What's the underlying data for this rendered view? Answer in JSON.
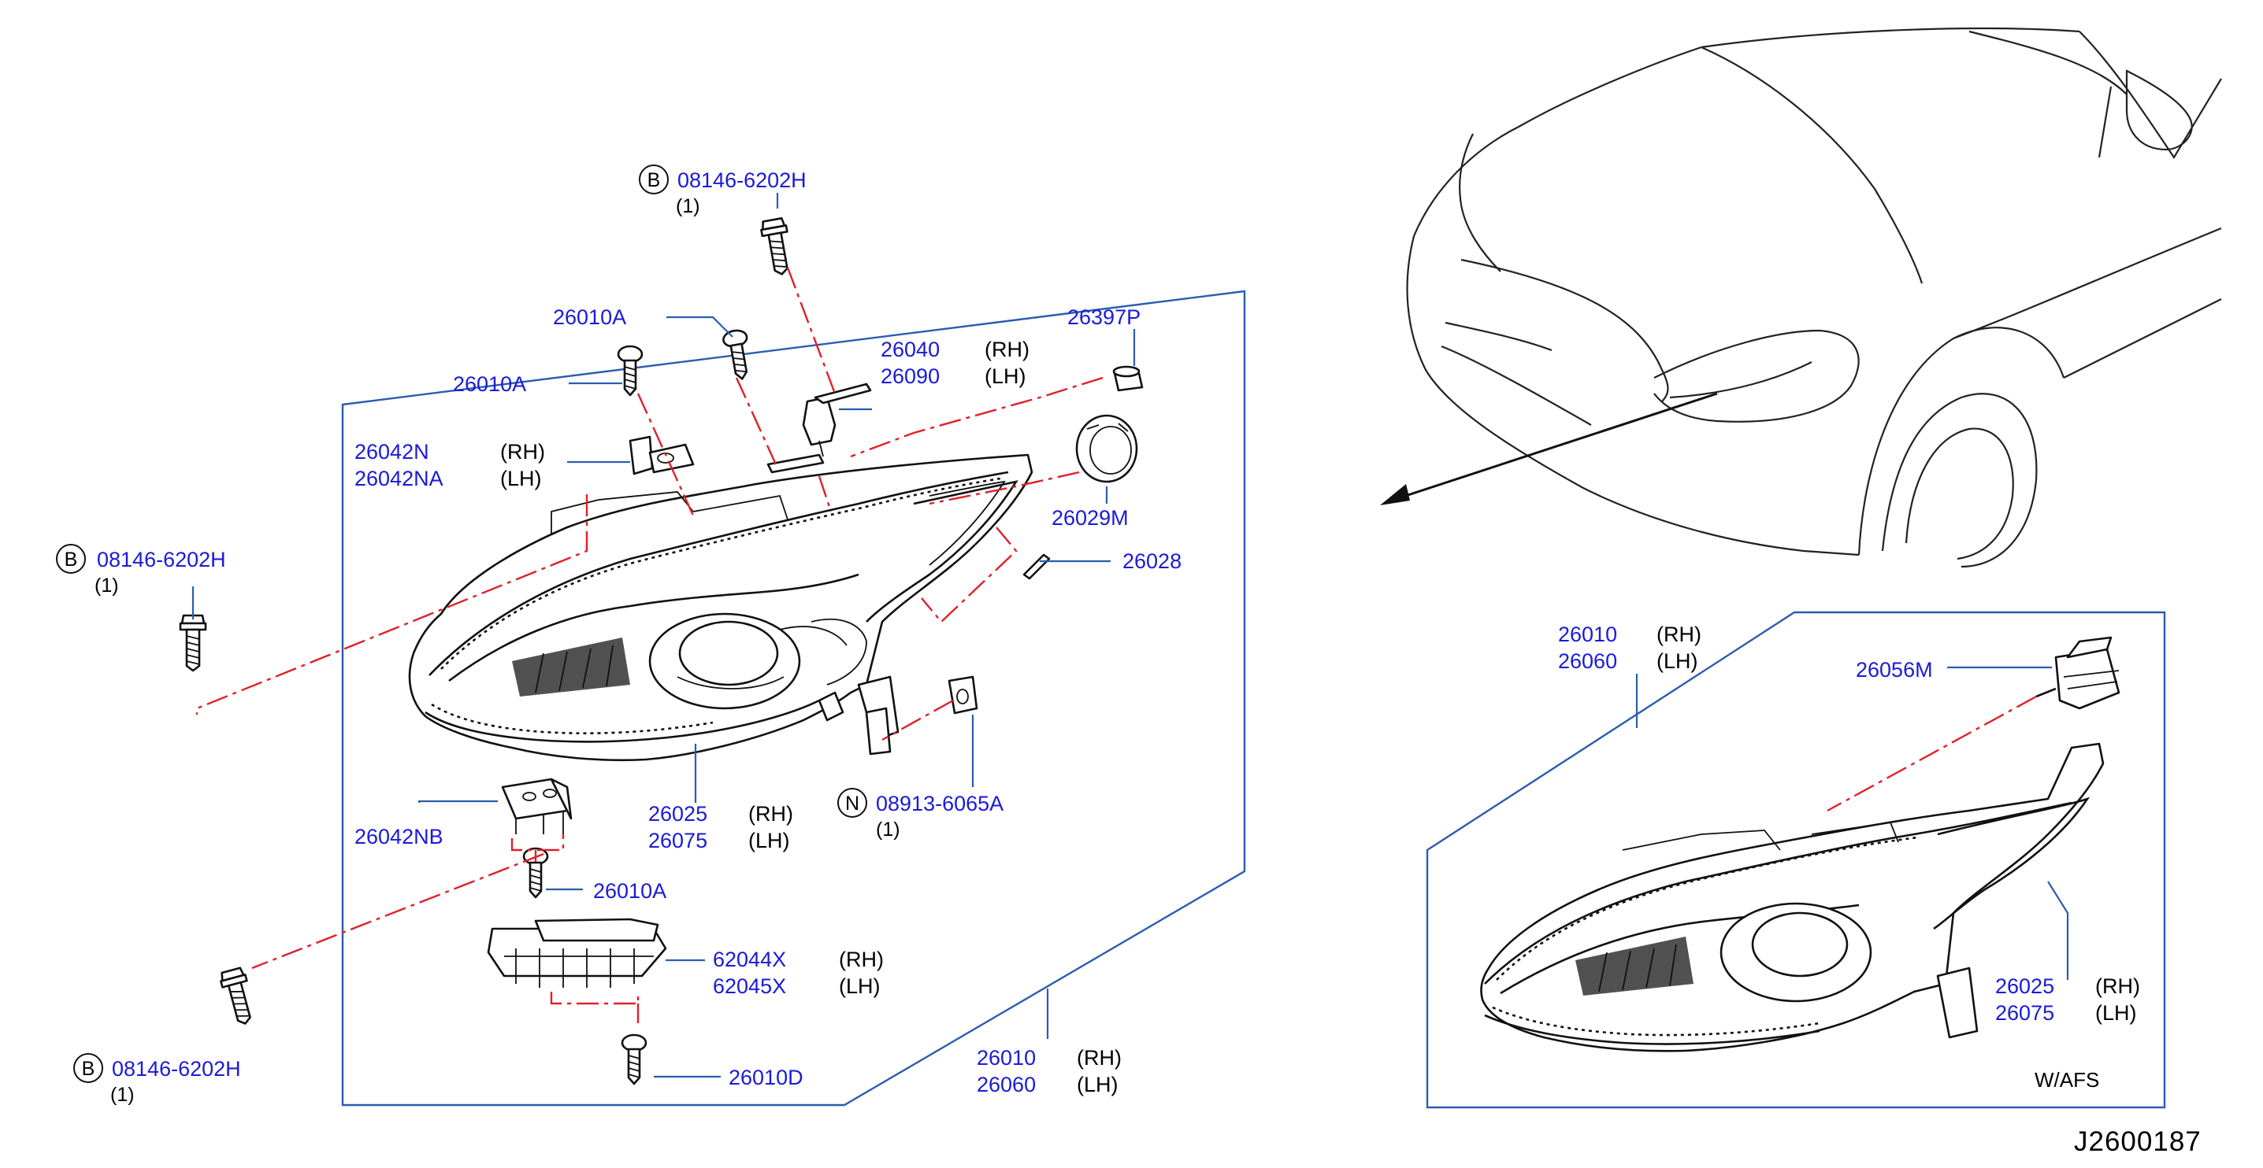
{
  "callouts": {
    "bolt_top": {
      "badge": "B",
      "part": "08146-6202H",
      "qty": "(1)"
    },
    "bolt_left": {
      "badge": "B",
      "part": "08146-6202H",
      "qty": "(1)"
    },
    "bolt_bottom": {
      "badge": "B",
      "part": "08146-6202H",
      "qty": "(1)"
    },
    "screw_a1": {
      "part": "26010A"
    },
    "screw_a2": {
      "part": "26010A"
    },
    "screw_a3": {
      "part": "26010A"
    },
    "screw_d": {
      "part": "26010D"
    },
    "bracket_upper": {
      "part_rh": "26040",
      "side_rh": "(RH)",
      "part_lh": "26090",
      "side_lh": "(LH)"
    },
    "cap": {
      "part": "26397P"
    },
    "bracket_n": {
      "part_rh": "26042N",
      "side_rh": "(RH)",
      "part_lh": "26042NA",
      "side_lh": "(LH)"
    },
    "cover": {
      "part": "26029M"
    },
    "gasket": {
      "part": "26028"
    },
    "lamp_unit": {
      "part_rh": "26025",
      "side_rh": "(RH)",
      "part_lh": "26075",
      "side_lh": "(LH)"
    },
    "nut": {
      "badge": "N",
      "part": "08913-6065A",
      "qty": "(1)"
    },
    "bracket_nb": {
      "part": "26042NB"
    },
    "bracket_lower": {
      "part_rh": "62044X",
      "side_rh": "(RH)",
      "part_lh": "62045X",
      "side_lh": "(LH)"
    },
    "assembly": {
      "part_rh": "26010",
      "side_rh": "(RH)",
      "part_lh": "26060",
      "side_lh": "(LH)"
    },
    "afs_assembly": {
      "part_rh": "26010",
      "side_rh": "(RH)",
      "part_lh": "26060",
      "side_lh": "(LH)"
    },
    "actuator": {
      "part": "26056M"
    },
    "afs_lamp_unit": {
      "part_rh": "26025",
      "side_rh": "(RH)",
      "part_lh": "26075",
      "side_lh": "(LH)"
    }
  },
  "variant_note": "W/AFS",
  "diagram_ref": "J2600187",
  "colors": {
    "part_number": "#1a1adb",
    "frame": "#2a5db0",
    "centerline": "#e0202a",
    "linework": "#111111"
  }
}
